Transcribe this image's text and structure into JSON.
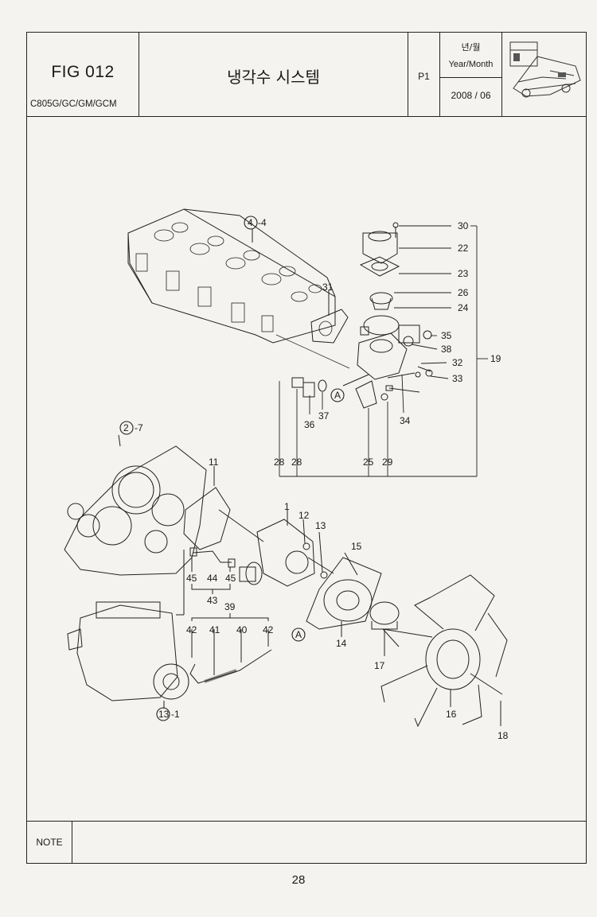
{
  "header": {
    "fig_code": "FIG 012",
    "model": "C805G/GC/GM/GCM",
    "title": "냉각수 시스템",
    "page_label": "P1",
    "year_month_kr": "년/월",
    "year_month_en": "Year/Month",
    "date": "2008 / 06"
  },
  "callouts": {
    "c30": "30",
    "c22": "22",
    "c23": "23",
    "c26": "26",
    "c24": "24",
    "c35": "35",
    "c38": "38",
    "c32": "32",
    "c33": "33",
    "c19": "19",
    "c31": "31",
    "c4": "4",
    "c4s": "-4",
    "c36": "36",
    "c37": "37",
    "c34": "34",
    "cA1": "A",
    "c28a": "28",
    "c28b": "28",
    "c25": "25",
    "c29": "29",
    "c2": "2",
    "c2s": "-7",
    "c11": "11",
    "c1": "1",
    "c12": "12",
    "c13": "13",
    "c15": "15",
    "c45a": "45",
    "c44": "44",
    "c45b": "45",
    "c43": "43",
    "c39": "39",
    "c42a": "42",
    "c41": "41",
    "c40": "40",
    "c42b": "42",
    "cA2": "A",
    "c14": "14",
    "c17": "17",
    "c16": "16",
    "c18": "18",
    "c13b": "13",
    "c13s": "-1"
  },
  "note_label": "NOTE",
  "page_number": "28"
}
